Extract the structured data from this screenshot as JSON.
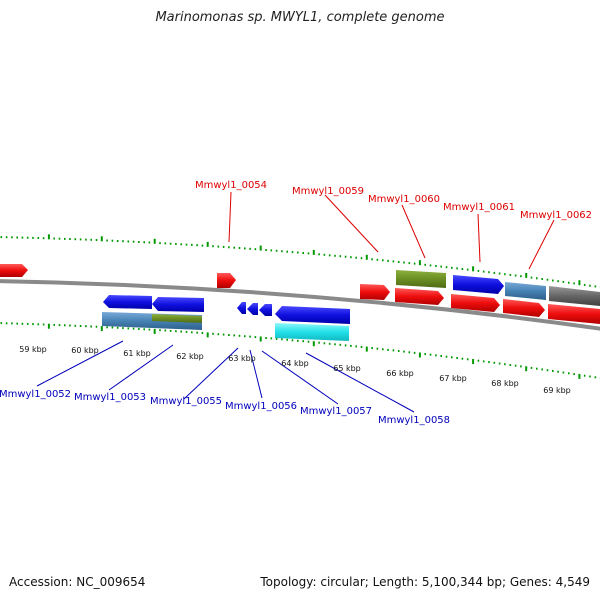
{
  "title": "Marinomonas sp. MWYL1, complete genome",
  "footer": {
    "accession": "Accession: NC_009654",
    "summary": "Topology: circular; Length: 5,100,344 bp; Genes: 4,549"
  },
  "scale_labels": [
    "59 kbp",
    "60 kbp",
    "61 kbp",
    "62 kbp",
    "63 kbp",
    "64 kbp",
    "65 kbp",
    "66 kbp",
    "67 kbp",
    "68 kbp",
    "69 kbp"
  ],
  "forward_gene_labels": [
    "Mmwyl1_0054",
    "Mmwyl1_0059",
    "Mmwyl1_0060",
    "Mmwyl1_0061",
    "Mmwyl1_0062"
  ],
  "reverse_gene_labels": [
    "Mmwyl1_0052",
    "Mmwyl1_0053",
    "Mmwyl1_0055",
    "Mmwyl1_0056",
    "Mmwyl1_0057",
    "Mmwyl1_0058"
  ],
  "colors": {
    "forward_label": "#dd0000",
    "reverse_label": "#0000bb",
    "forward_gene": "#ee1111",
    "reverse_gene": "#1111dd",
    "tick": "#009900",
    "backbone": "#808080",
    "olive_feature": "#6b8e23",
    "steelblue_feature": "#4682b4",
    "cyan_feature": "#22e0e8",
    "gray_feature": "#666666"
  }
}
